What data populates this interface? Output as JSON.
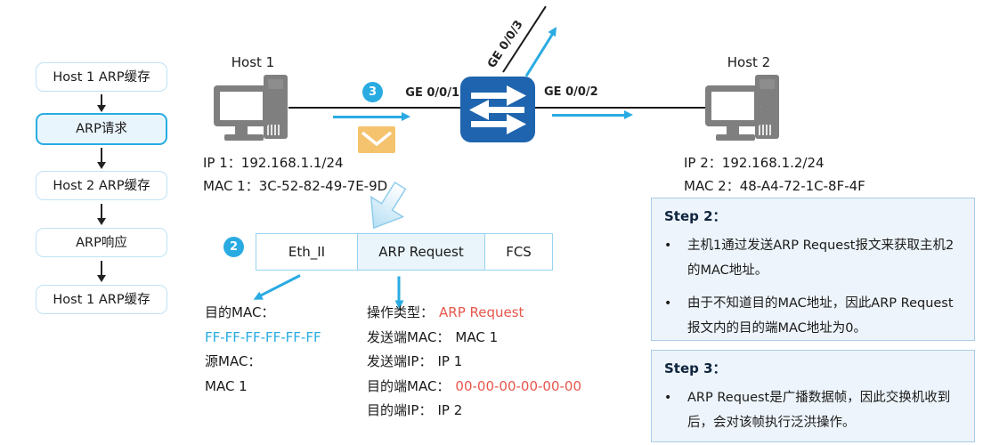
{
  "flowchart": {
    "items": [
      {
        "label": "Host 1 ARP缓存",
        "active": false
      },
      {
        "label": "ARP请求",
        "active": true
      },
      {
        "label": "Host 2 ARP缓存",
        "active": false
      },
      {
        "label": "ARP响应",
        "active": false
      },
      {
        "label": "Host 1 ARP缓存",
        "active": false
      }
    ]
  },
  "topology": {
    "host1": {
      "name": "Host 1",
      "ip": "IP 1：192.168.1.1/24",
      "mac": "MAC 1：3C-52-82-49-7E-9D"
    },
    "host2": {
      "name": "Host 2",
      "ip": "IP 2：192.168.1.2/24",
      "mac": "MAC 2：48-A4-72-1C-8F-4F"
    },
    "ports": {
      "ge1": "GE 0/0/1",
      "ge2": "GE 0/0/2",
      "ge3": "GE 0/0/3"
    },
    "badges": {
      "step3": "3",
      "step2": "2"
    }
  },
  "frame": {
    "cells": [
      {
        "label": "Eth_II",
        "highlight": false
      },
      {
        "label": "ARP Request",
        "highlight": true
      },
      {
        "label": "FCS",
        "highlight": false
      }
    ],
    "eth_fields": {
      "dst_label": "目的MAC：",
      "dst_value": "FF-FF-FF-FF-FF-FF",
      "src_label": "源MAC：",
      "src_value": "MAC 1"
    },
    "arp_fields": [
      {
        "label": "操作类型：",
        "value": "ARP Request",
        "emphasis": "red"
      },
      {
        "label": "发送端MAC：",
        "value": "MAC 1",
        "emphasis": "none"
      },
      {
        "label": "发送端IP：",
        "value": "IP 1",
        "emphasis": "none"
      },
      {
        "label": "目的端MAC：",
        "value": "00-00-00-00-00-00",
        "emphasis": "red"
      },
      {
        "label": "目的端IP：",
        "value": "IP 2",
        "emphasis": "none"
      }
    ]
  },
  "steps": [
    {
      "title": "Step 2：",
      "bullets": [
        "主机1通过发送ARP Request报文来获取主机2的MAC地址。",
        "由于不知道目的MAC地址，因此ARP Request报文内的目的端MAC地址为0。"
      ]
    },
    {
      "title": "Step 3：",
      "bullets": [
        "ARP Request是广播数据帧，因此交换机收到后，会对该帧执行泛洪操作。"
      ]
    }
  ],
  "colors": {
    "accent": "#29ABE2",
    "switch_blue": "#1E64AE",
    "value_red": "#E8564C",
    "value_blue": "#29ABE2",
    "envelope": "#F5C36E",
    "step_bg": "#EDF4FB",
    "host_gray": "#7F7F7F"
  }
}
